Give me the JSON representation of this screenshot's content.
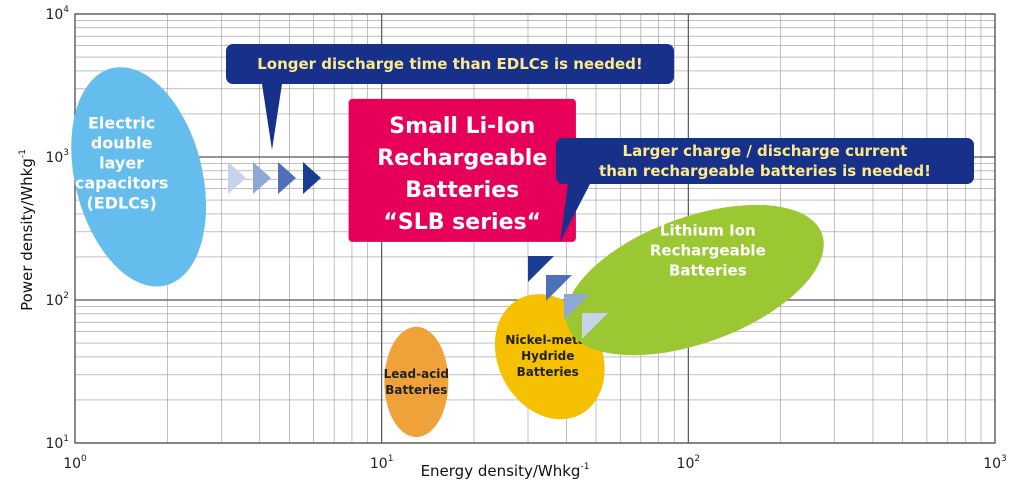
{
  "chart_data": {
    "type": "scatter",
    "x_scale": "log",
    "y_scale": "log",
    "xlim": [
      1,
      1000
    ],
    "ylim": [
      10,
      10000
    ],
    "grid": true,
    "xlabel_base": "Energy density/Whkg",
    "xlabel_sup": "-1",
    "ylabel_base": "Power density/Whkg",
    "ylabel_sup": "-1",
    "x_ticks": [
      {
        "base": "10",
        "exp": "0",
        "value": 1
      },
      {
        "base": "10",
        "exp": "1",
        "value": 10
      },
      {
        "base": "10",
        "exp": "2",
        "value": 100
      },
      {
        "base": "10",
        "exp": "3",
        "value": 1000
      }
    ],
    "y_ticks": [
      {
        "base": "10",
        "exp": "1",
        "value": 10
      },
      {
        "base": "10",
        "exp": "2",
        "value": 100
      },
      {
        "base": "10",
        "exp": "3",
        "value": 1000
      },
      {
        "base": "10",
        "exp": "4",
        "value": 10000
      }
    ],
    "regions": [
      {
        "name": "edlc",
        "lines": [
          "Electric",
          "double",
          "layer",
          "capacitors",
          "(EDLCs)"
        ],
        "color": "#64bdec",
        "text_color": "#ffffff",
        "energy_range": [
          1.0,
          2.6
        ],
        "power_range": [
          120,
          4400
        ],
        "shape": "ellipse"
      },
      {
        "name": "lead_acid",
        "lines": [
          "Lead-acid",
          "Batteries"
        ],
        "color": "#f0a23a",
        "text_color": "#222222",
        "energy_range": [
          10.2,
          16.5
        ],
        "power_range": [
          11,
          65
        ],
        "shape": "ellipse"
      },
      {
        "name": "nimh",
        "lines": [
          "Nickel-metal",
          "Hydride",
          "Batteries"
        ],
        "color": "#f5c000",
        "text_color": "#222222",
        "energy_range": [
          24,
          52
        ],
        "power_range": [
          14,
          115
        ],
        "shape": "ellipse"
      },
      {
        "name": "li_ion",
        "lines": [
          "Lithium Ion",
          "Rechargeable",
          "Batteries"
        ],
        "color": "#9bc832",
        "text_color": "#ffffff",
        "energy_range": [
          38,
          290
        ],
        "power_range": [
          50,
          380
        ],
        "shape": "ellipse"
      },
      {
        "name": "slb",
        "lines": [
          "Small Li-Ion",
          "Rechargeable",
          "Batteries",
          "“SLB series“"
        ],
        "color": "#e6005a",
        "text_color": "#ffffff",
        "energy_range": [
          7.8,
          43
        ],
        "power_range": [
          255,
          2550
        ],
        "shape": "rect"
      }
    ],
    "callouts": [
      {
        "lines": [
          "Longer discharge time than EDLCs is needed!"
        ]
      },
      {
        "lines": [
          "Larger charge / discharge current",
          "than rechargeable batteries is needed!"
        ]
      }
    ],
    "colors": {
      "callout_bg": "#17318a",
      "callout_text": "#ffe98a",
      "grid": "#9a9a9a",
      "grid_major": "#555555"
    }
  }
}
